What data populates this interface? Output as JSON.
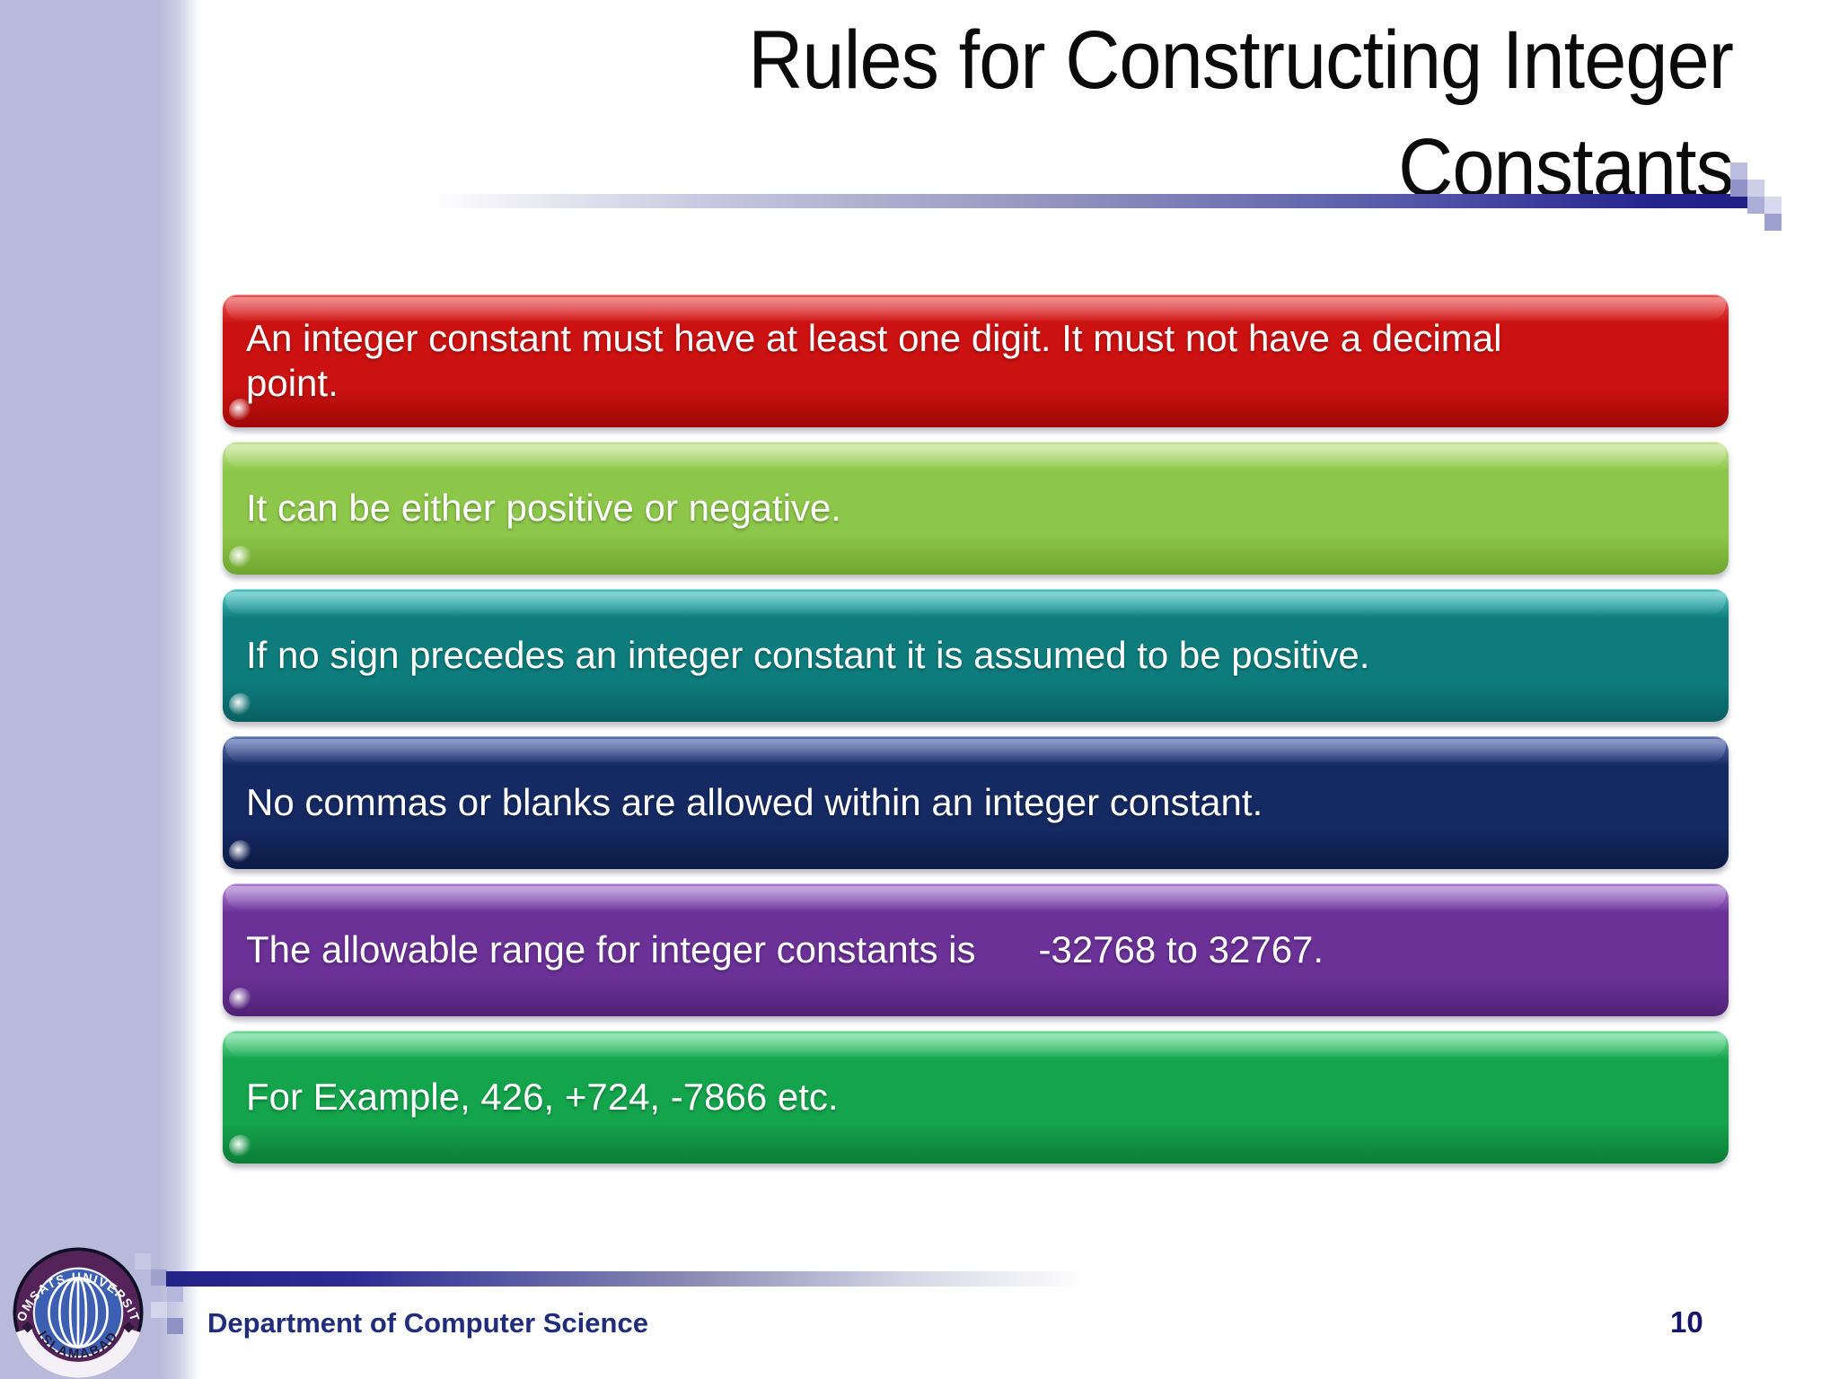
{
  "title": {
    "line1": "Rules for Constructing Integer",
    "line2": "Constants"
  },
  "rules": [
    {
      "text": "An integer constant must have at least one digit. It must not have a decimal\npoint.",
      "colors": {
        "light": "#e85050",
        "base": "#cc1111",
        "dark": "#9e0808"
      }
    },
    {
      "text": "It can be either positive or negative.",
      "colors": {
        "light": "#c0e18c",
        "base": "#8dc74a",
        "dark": "#6fa62f"
      }
    },
    {
      "text": "If no sign precedes an integer constant it is assumed to be positive.",
      "colors": {
        "light": "#45bdbb",
        "base": "#0e7c7d",
        "dark": "#085f60"
      }
    },
    {
      "text": "No commas or blanks are allowed within an integer constant.",
      "colors": {
        "light": "#5468ab",
        "base": "#152a63",
        "dark": "#0c1a44"
      }
    },
    {
      "text": "The allowable range for integer constants is      -32768 to 32767.",
      "colors": {
        "light": "#a678cd",
        "base": "#6b3197",
        "dark": "#4f2175"
      }
    },
    {
      "text": "For Example, 426, +724, -7866 etc.",
      "colors": {
        "light": "#66d793",
        "base": "#14a44c",
        "dark": "#0b7c37"
      }
    }
  ],
  "footer": {
    "department": "Department of Computer Science",
    "page_number": "10"
  },
  "logo": {
    "top_text": "COMSATS UNIVERSITY",
    "bottom_text": "ISLAMABAD"
  },
  "colors": {
    "accent_navy": "#23238c",
    "sidebar_lavender": "#b9badb",
    "bar_text": "#ffffff",
    "title_text": "#0a0a0a"
  }
}
